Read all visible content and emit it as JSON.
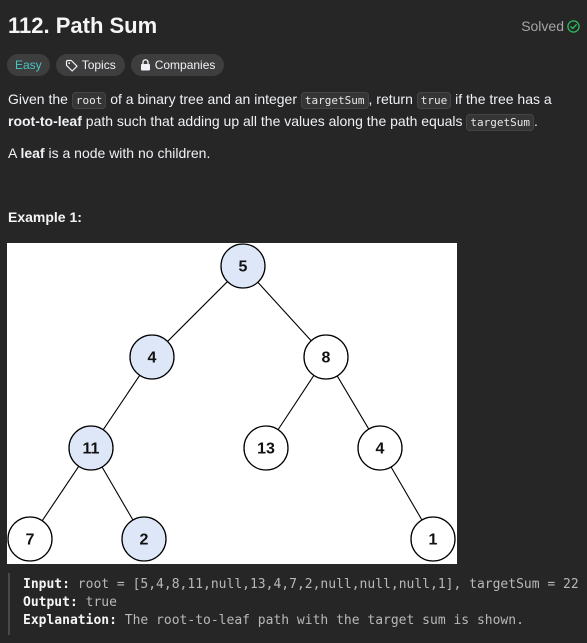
{
  "problem": {
    "title": "112. Path Sum",
    "status": "Solved",
    "status_color": "#2cbb5d"
  },
  "tags": {
    "difficulty": "Easy",
    "difficulty_color": "#46c6c2",
    "topics": "Topics",
    "topics_icon": "tag-icon",
    "companies": "Companies",
    "companies_icon": "lock-icon"
  },
  "description": {
    "p1": [
      "Given the ",
      "root",
      " of a binary tree and an integer ",
      "targetSum",
      ", return ",
      "true",
      " if the tree has a ",
      "root-to-leaf",
      " path such that adding up all the values along the path equals ",
      "targetSum",
      "."
    ],
    "p2": [
      "A ",
      "leaf",
      " is a node with no children."
    ]
  },
  "example": {
    "title": "Example 1:",
    "tree": {
      "nodes": [
        {
          "id": "n5",
          "label": "5",
          "highlighted": true
        },
        {
          "id": "n4a",
          "label": "4",
          "highlighted": true
        },
        {
          "id": "n8",
          "label": "8",
          "highlighted": false
        },
        {
          "id": "n11",
          "label": "11",
          "highlighted": true
        },
        {
          "id": "n13",
          "label": "13",
          "highlighted": false
        },
        {
          "id": "n4b",
          "label": "4",
          "highlighted": false
        },
        {
          "id": "n7",
          "label": "7",
          "highlighted": false
        },
        {
          "id": "n2",
          "label": "2",
          "highlighted": true
        },
        {
          "id": "n1",
          "label": "1",
          "highlighted": false
        }
      ],
      "edges": [
        [
          "n5",
          "n4a"
        ],
        [
          "n5",
          "n8"
        ],
        [
          "n4a",
          "n11"
        ],
        [
          "n8",
          "n13"
        ],
        [
          "n8",
          "n4b"
        ],
        [
          "n11",
          "n7"
        ],
        [
          "n11",
          "n2"
        ],
        [
          "n4b",
          "n1"
        ]
      ],
      "highlight_fill": "#dde7f7"
    },
    "input_label": "Input:",
    "input_value": " root = [5,4,8,11,null,13,4,7,2,null,null,null,1], targetSum = 22",
    "output_label": "Output:",
    "output_value": " true",
    "explanation_label": "Explanation:",
    "explanation_value": " The root-to-leaf path with the target sum is shown."
  }
}
